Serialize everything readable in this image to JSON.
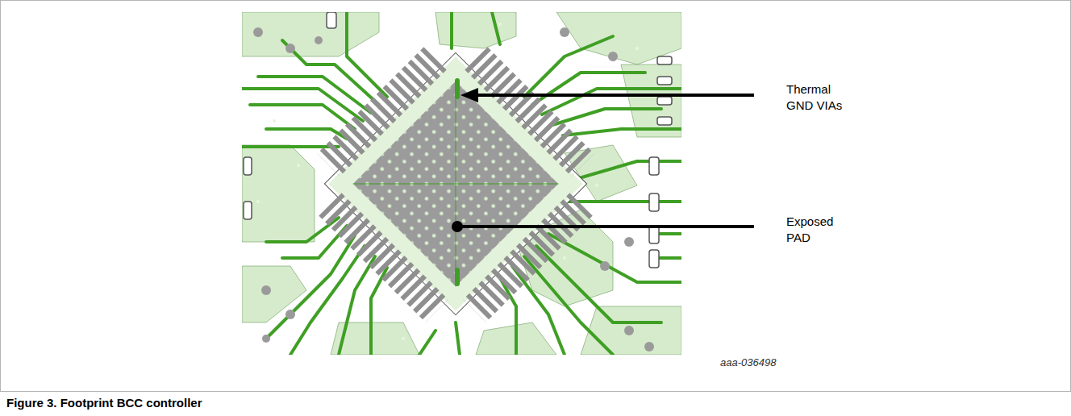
{
  "diagram": {
    "caption": "Figure 3. Footprint BCC controller",
    "labels": [
      "Thermal GND VIAs",
      "Exposed PAD",
      "aaa-036498"
    ]
  }
}
